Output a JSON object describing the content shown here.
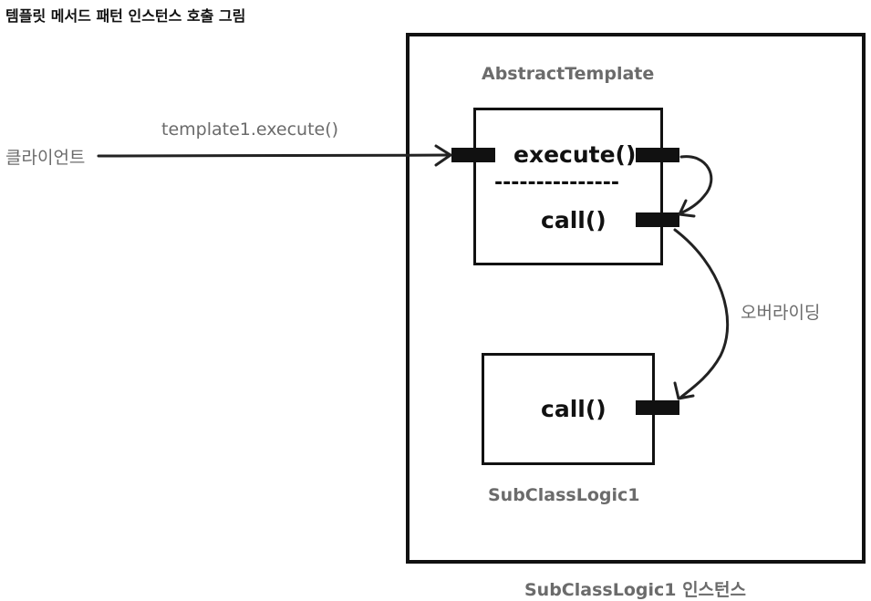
{
  "title": "템플릿 메서드 패턴 인스턴스 호출 그림",
  "client": {
    "label": "클라이언트"
  },
  "call": {
    "label": "template1.execute()"
  },
  "abstract_template": {
    "name": "AbstractTemplate",
    "methods": [
      "execute()",
      "call()"
    ],
    "divider": "---------------"
  },
  "sub_class": {
    "name": "SubClassLogic1",
    "methods": [
      "call()"
    ]
  },
  "override": {
    "label": "오버라이딩"
  },
  "instance": {
    "label": "SubClassLogic1 인스턴스"
  }
}
